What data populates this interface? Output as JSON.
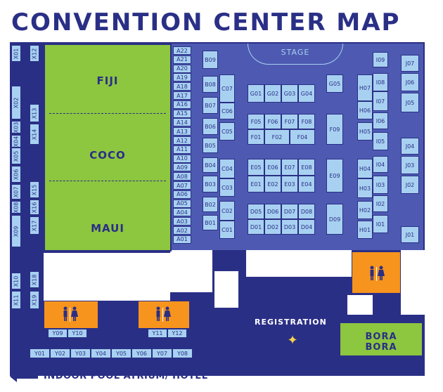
{
  "title": "CONVENTION CENTER MAP",
  "halls": {
    "fiji": "FIJI",
    "coco": "COCO",
    "maui": "MAUI",
    "bora": "BORA BORA"
  },
  "labels": {
    "stage": "STAGE",
    "registration": "REGISTRATION",
    "exit": "INDOOR POOL ATRIUM/ HOTEL"
  },
  "booths": {
    "x_left": [
      "X01",
      "X02",
      "X03",
      "X04",
      "X05",
      "X06",
      "X07",
      "X08",
      "X09",
      "X10",
      "X11"
    ],
    "x_right": [
      "X12",
      "X13",
      "X14",
      "X15",
      "X16",
      "X17",
      "X18",
      "X19"
    ],
    "a": [
      "A22",
      "A21",
      "A20",
      "A19",
      "A18",
      "A17",
      "A16",
      "A15",
      "A14",
      "A13",
      "A12",
      "A11",
      "A10",
      "A09",
      "A08",
      "A07",
      "A06",
      "A05",
      "A04",
      "A03",
      "A02",
      "A01"
    ],
    "b": [
      "B09",
      "B08",
      "B07",
      "B06",
      "B05",
      "B04",
      "B03",
      "B02",
      "B01"
    ],
    "c": [
      "C07",
      "C06",
      "C05",
      "C04",
      "C03",
      "C02",
      "C01"
    ],
    "g": [
      "G01",
      "G02",
      "G03",
      "G04",
      "G05"
    ],
    "f_top": [
      "F05",
      "F06",
      "F07",
      "F08"
    ],
    "f_bot": [
      "F01",
      "F02",
      "F04"
    ],
    "f_side": "F09",
    "e_top": [
      "E05",
      "E06",
      "E07",
      "E08"
    ],
    "e_bot": [
      "E01",
      "E02",
      "E03",
      "E04"
    ],
    "e_side": "E09",
    "d_top": [
      "D05",
      "D06",
      "D07",
      "D08"
    ],
    "d_bot": [
      "D01",
      "D02",
      "D03",
      "D04"
    ],
    "d_side": "D09",
    "h": [
      "H07",
      "H06",
      "H05",
      "H04",
      "H03",
      "H02",
      "H01"
    ],
    "i": [
      "I09",
      "I08",
      "I07",
      "I06",
      "I05",
      "I04",
      "I03",
      "I02",
      "I01"
    ],
    "j": [
      "J07",
      "J06",
      "J05",
      "J04",
      "J03",
      "J02",
      "J01"
    ],
    "y_bottom": [
      "Y01",
      "Y02",
      "Y03",
      "Y04",
      "Y05",
      "Y06",
      "Y07",
      "Y08"
    ],
    "y_upper": [
      "Y09",
      "Y10",
      "Y11",
      "Y12"
    ]
  },
  "colors": {
    "navy": "#2a2f86",
    "floor": "#4e5ab2",
    "green": "#8dc63f",
    "booth": "#a8d1f1",
    "orange": "#f7941d"
  }
}
